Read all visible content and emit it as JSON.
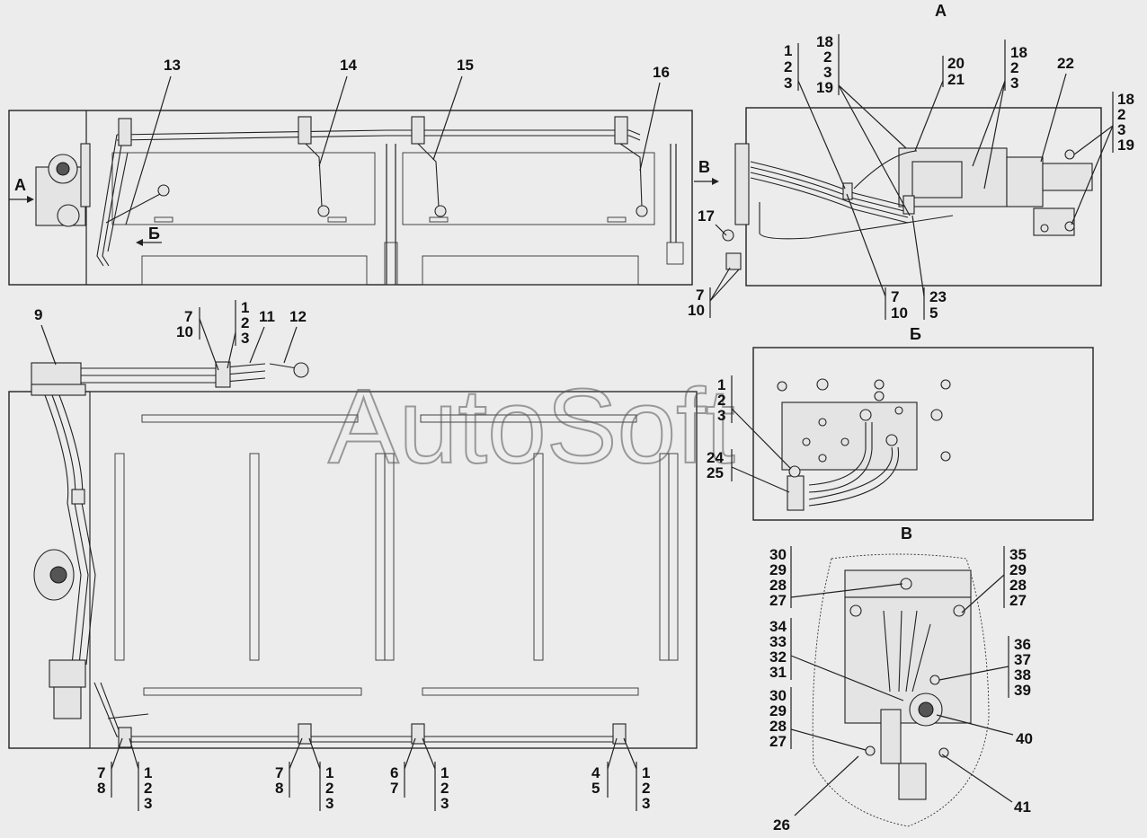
{
  "watermark": "AutoSoft",
  "views": {
    "view_a": "А",
    "view_b": "Б",
    "view_v": "В"
  },
  "arrows": {
    "top_left_a": "А",
    "top_left_b": "Б",
    "top_right_v": "В"
  },
  "callouts": {
    "c13": "13",
    "c14": "14",
    "c15": "15",
    "c16": "16",
    "a_1_2_3": [
      "1",
      "2",
      "3"
    ],
    "a_18_2_3_19": [
      "18",
      "2",
      "3",
      "19"
    ],
    "a_20_21": [
      "20",
      "21"
    ],
    "a_18_2_3": [
      "18",
      "2",
      "3"
    ],
    "a_22": "22",
    "a_right_18_2_3_19": [
      "18",
      "2",
      "3",
      "19"
    ],
    "a_17": "17",
    "a_7_10_left": [
      "7",
      "10"
    ],
    "a_7_10_bottom": [
      "7",
      "10"
    ],
    "a_23_5": [
      "23",
      "5"
    ],
    "main_9": "9",
    "main_7_10": [
      "7",
      "10"
    ],
    "main_1_2_3_top": [
      "1",
      "2",
      "3"
    ],
    "main_11": "11",
    "main_12": "12",
    "b_1_2_3": [
      "1",
      "2",
      "3"
    ],
    "b_24_25": [
      "24",
      "25"
    ],
    "bottom_7_8_a": [
      "7",
      "8"
    ],
    "bottom_1_2_3_a": [
      "1",
      "2",
      "3"
    ],
    "bottom_7_8_b": [
      "7",
      "8"
    ],
    "bottom_1_2_3_b": [
      "1",
      "2",
      "3"
    ],
    "bottom_6_7": [
      "6",
      "7"
    ],
    "bottom_1_2_3_c": [
      "1",
      "2",
      "3"
    ],
    "bottom_4_5": [
      "4",
      "5"
    ],
    "bottom_1_2_3_d": [
      "1",
      "2",
      "3"
    ],
    "v_30_29_28_27_top": [
      "30",
      "29",
      "28",
      "27"
    ],
    "v_35_29_28_27": [
      "35",
      "29",
      "28",
      "27"
    ],
    "v_34_33_32_31": [
      "34",
      "33",
      "32",
      "31"
    ],
    "v_36_37_38_39": [
      "36",
      "37",
      "38",
      "39"
    ],
    "v_30_29_28_27_bottom": [
      "30",
      "29",
      "28",
      "27"
    ],
    "v_40": "40",
    "v_26": "26",
    "v_41": "41"
  }
}
